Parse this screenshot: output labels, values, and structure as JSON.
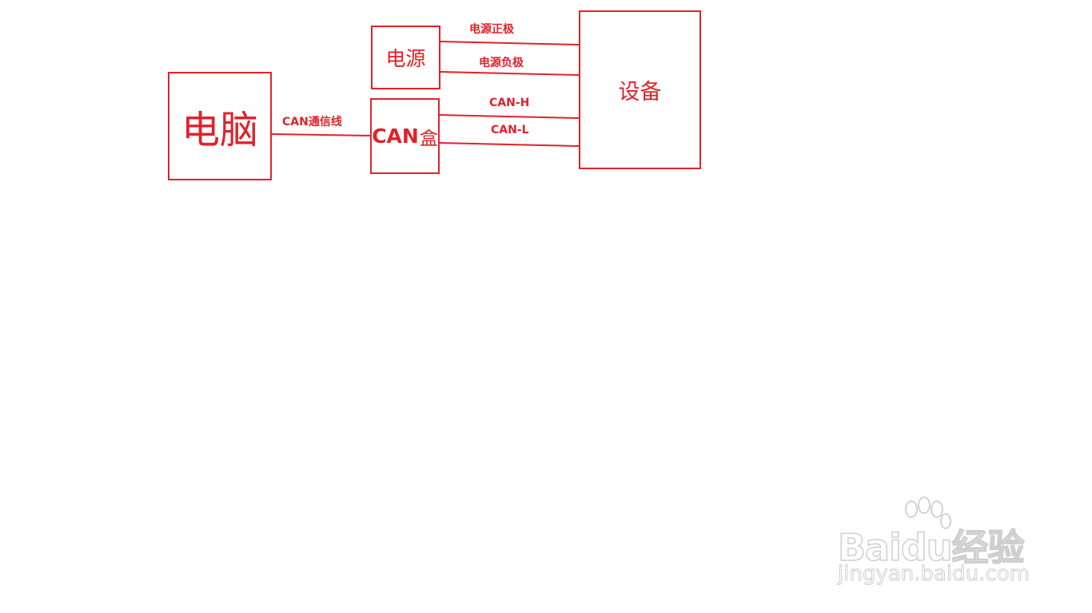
{
  "colors": {
    "accent": "#e0222a",
    "watermark": "#cfcfcf"
  },
  "nodes": {
    "computer": "电脑",
    "power_supply": "电源",
    "can_box_bold": "CAN",
    "can_box_suffix": "盒",
    "device": "设备"
  },
  "wire_labels": {
    "can_cable": "CAN通信线",
    "power_positive": "电源正极",
    "power_negative": "电源负极",
    "can_h": "CAN-H",
    "can_l": "CAN-L"
  },
  "watermark": {
    "logo_text": "Baidu经验",
    "url": "jingyan.baidu.com"
  }
}
